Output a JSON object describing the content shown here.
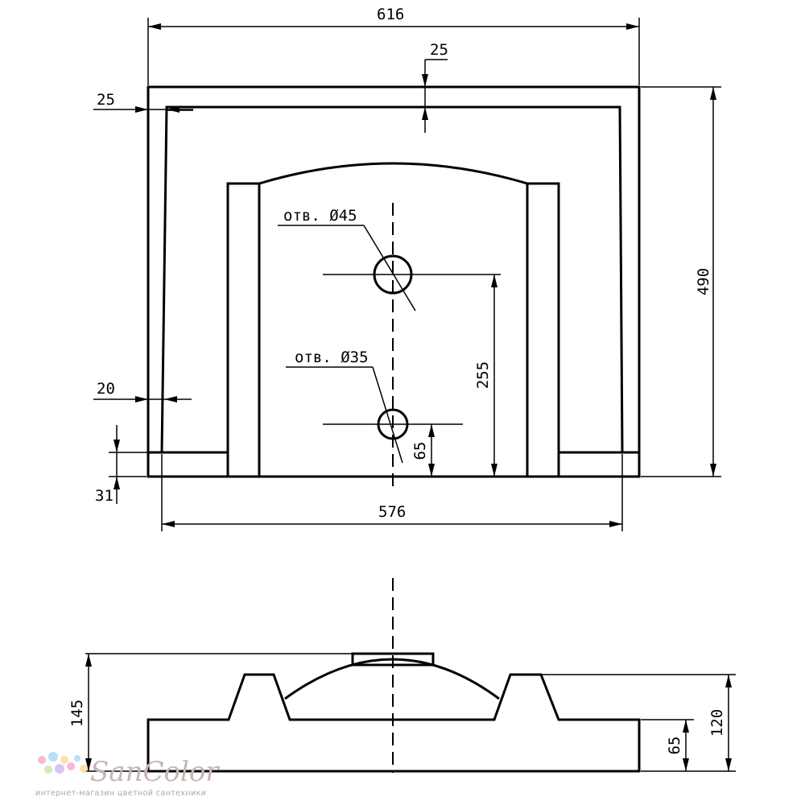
{
  "plan_view": {
    "dim_overall_width": "616",
    "dim_top_margin": "25",
    "dim_left_margin": "25",
    "dim_side_wall": "20",
    "dim_overall_depth": "490",
    "dim_bottom_step": "31",
    "dim_inner_width": "576",
    "dim_hole_spacing": "255",
    "dim_drain_offset": "65",
    "label_tap_hole": "отв. Ø45",
    "label_drain_hole": "отв. Ø35"
  },
  "side_view": {
    "dim_total_height": "145",
    "dim_body_height": "120",
    "dim_base_height": "65"
  },
  "logo": {
    "name": "SanColor",
    "tagline": "интернет-магазин цветной сантехники",
    "dot_colors": [
      "#f4a6c9",
      "#a8d8f0",
      "#fdd89a",
      "#c3e6a9",
      "#d6b4f0"
    ]
  }
}
